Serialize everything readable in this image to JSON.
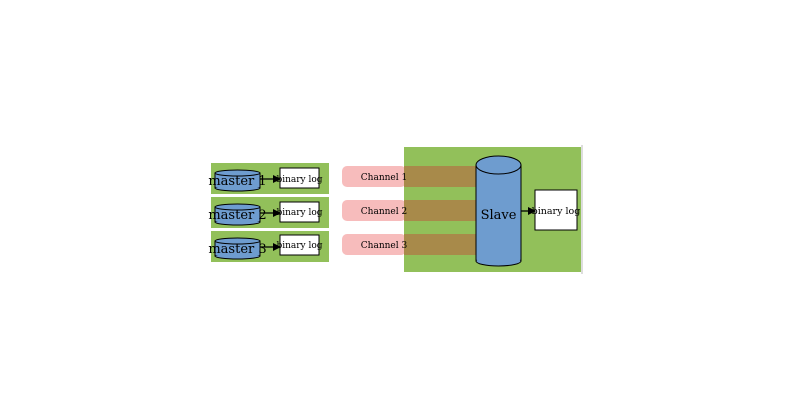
{
  "masters": [
    {
      "label": "master 1",
      "log_label": "binary log",
      "channel_label": "Channel 1"
    },
    {
      "label": "master 2",
      "log_label": "binary log",
      "channel_label": "Channel 2"
    },
    {
      "label": "master 3",
      "log_label": "binary log",
      "channel_label": "Channel 3"
    }
  ],
  "slave": {
    "label": "Slave",
    "log_label": "binary log"
  },
  "colors": {
    "green_panel": "#92c05a",
    "cylinder_blue": "#6e9ccf",
    "channel_pink": "#f7bcbc",
    "channel_overlap": "#a88a4a",
    "box_white": "#ffffff",
    "stroke": "#000000"
  }
}
